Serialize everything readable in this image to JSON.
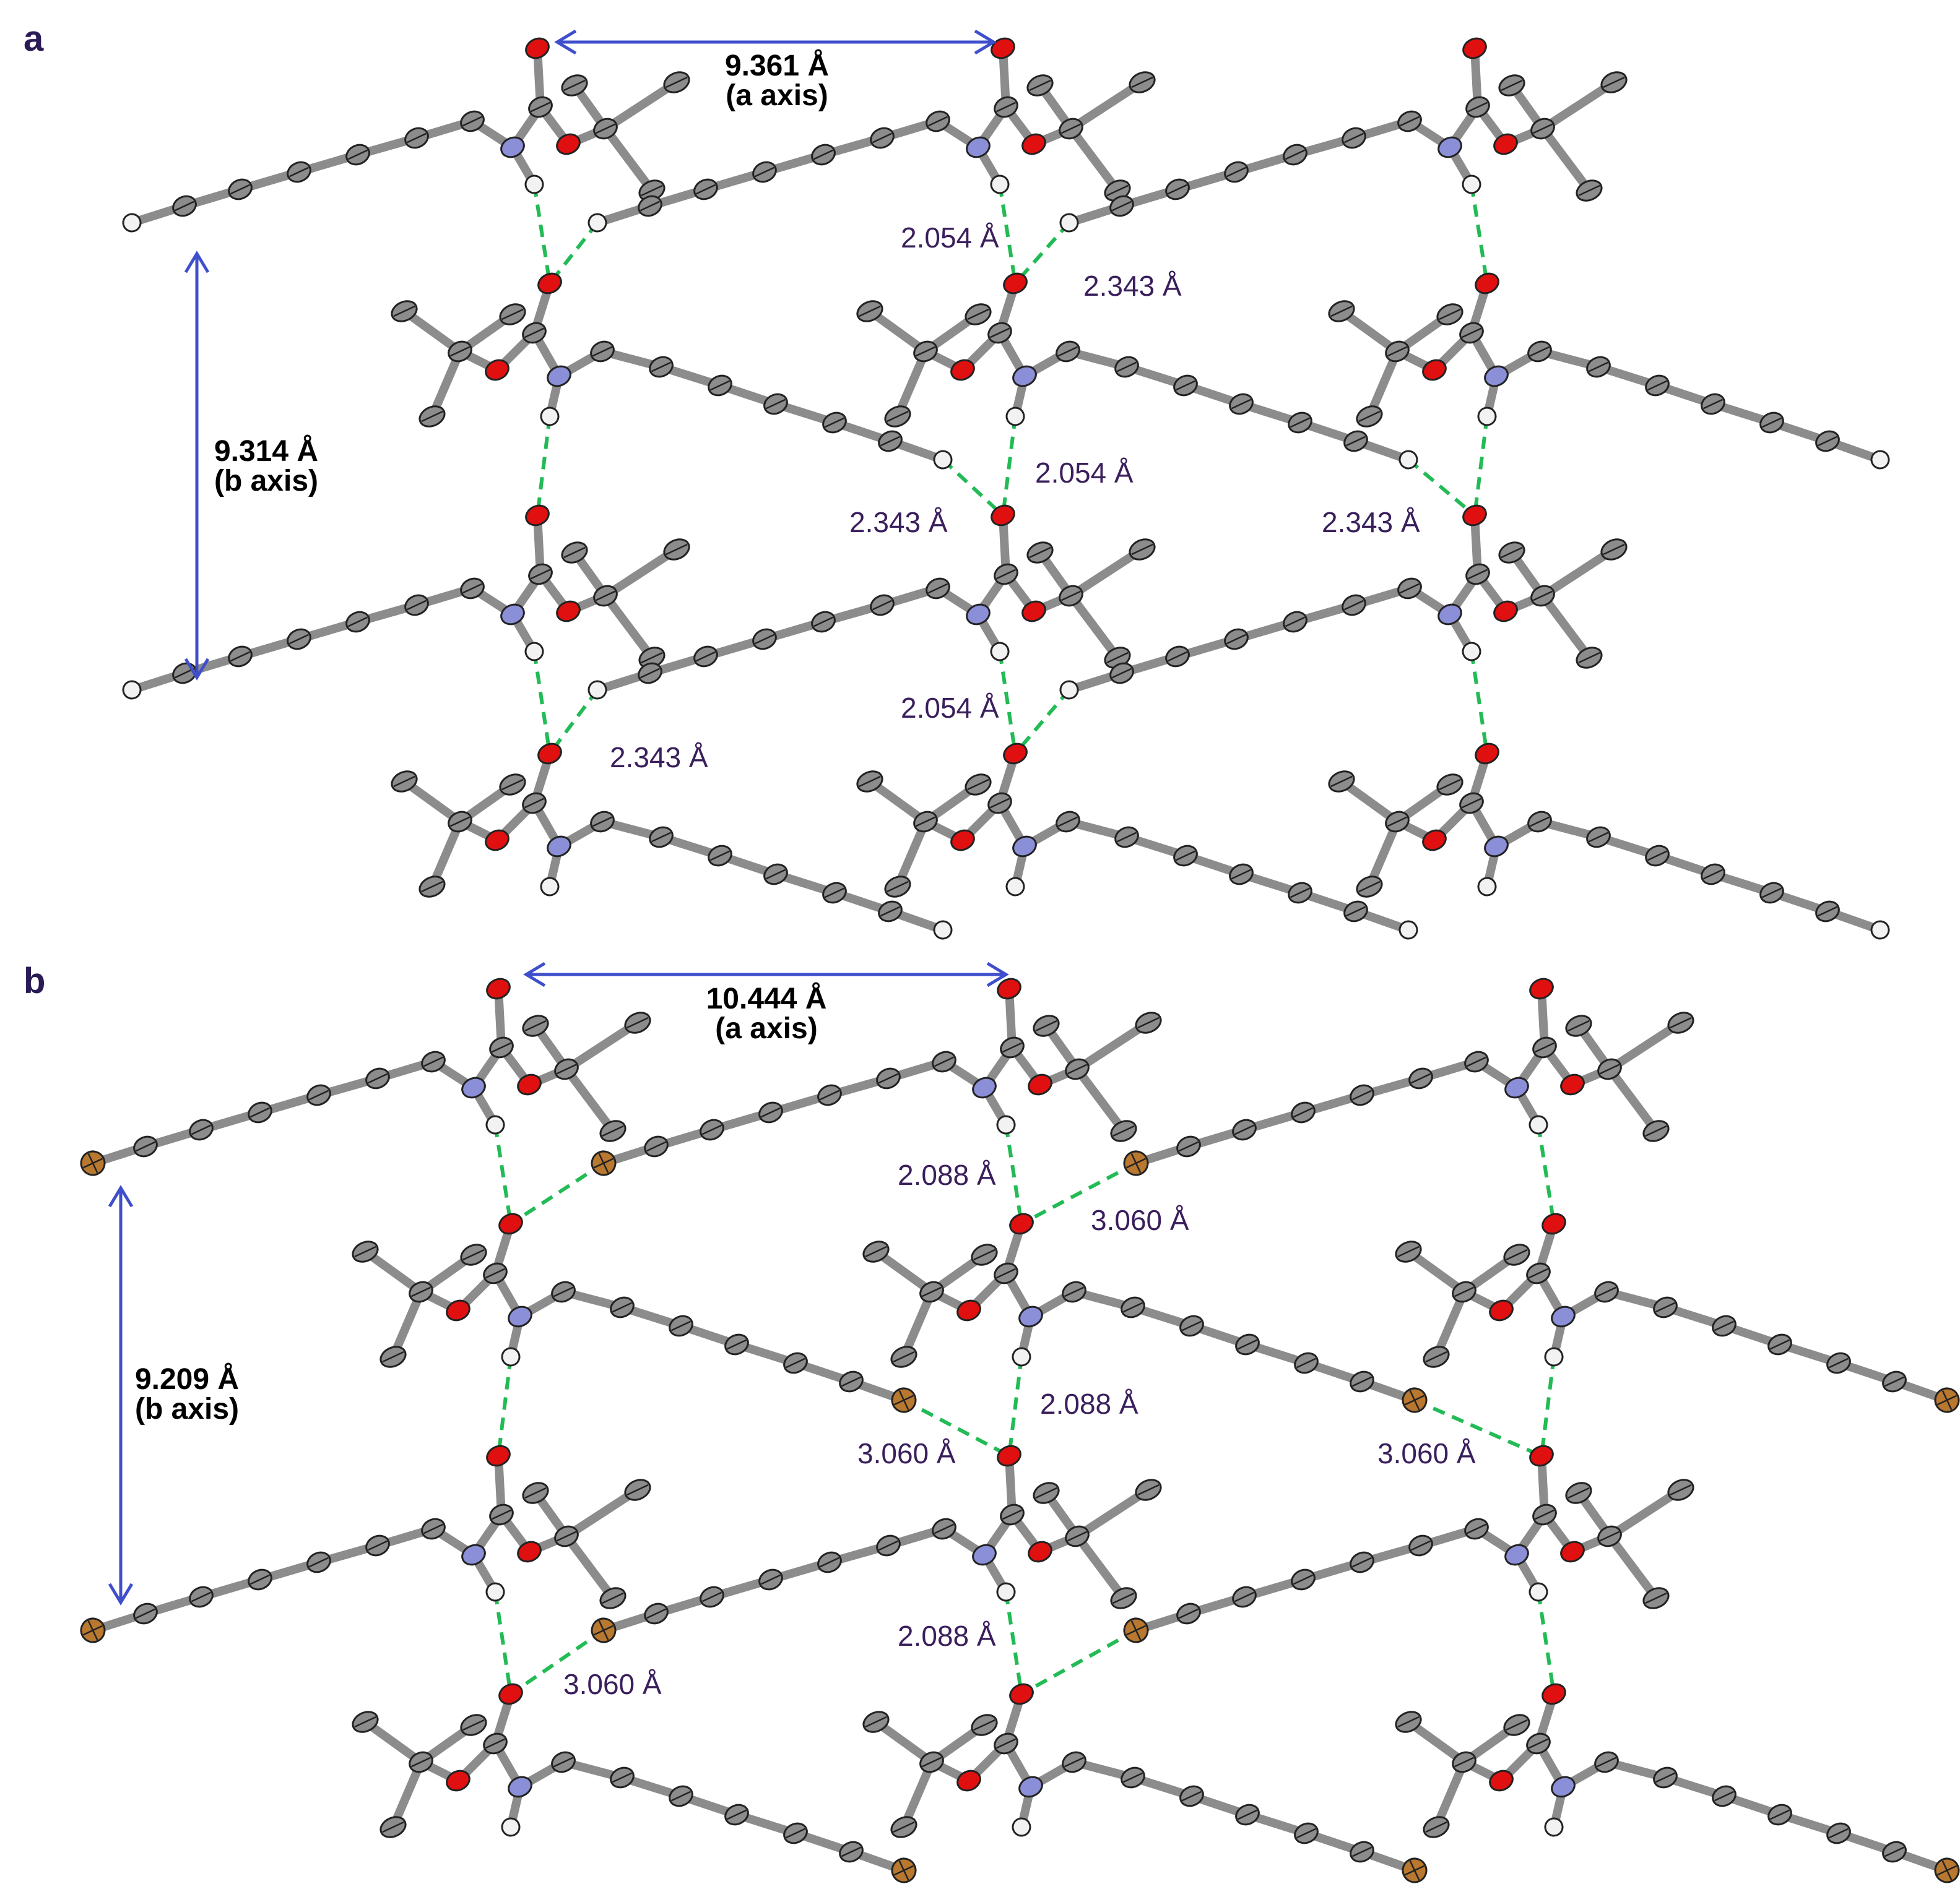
{
  "colors": {
    "carbon": "#8c8c8c",
    "oxygen": "#e01010",
    "nitrogen": "#8a8fd8",
    "hydrogen": "#f2f2f2",
    "bromine": "#b87830",
    "hbond": "#22bb55",
    "arrow": "#3f4fcc",
    "label_text": "#3a1f5c"
  },
  "panels": [
    {
      "label": "a",
      "terminal_atom": "hydrogen",
      "a_axis": {
        "distance": "9.361 Å",
        "axis": "(a axis)"
      },
      "b_axis": {
        "distance": "9.314 Å",
        "axis": "(b axis)"
      },
      "nh_o_distance": "2.054 Å",
      "ch_o_distance": "2.343 Å"
    },
    {
      "label": "b",
      "terminal_atom": "bromine",
      "a_axis": {
        "distance": "10.444 Å",
        "axis": "(a axis)"
      },
      "b_axis": {
        "distance": "9.209 Å",
        "axis": "(b axis)"
      },
      "nh_o_distance": "2.088 Å",
      "br_o_distance": "3.060 Å"
    }
  ]
}
